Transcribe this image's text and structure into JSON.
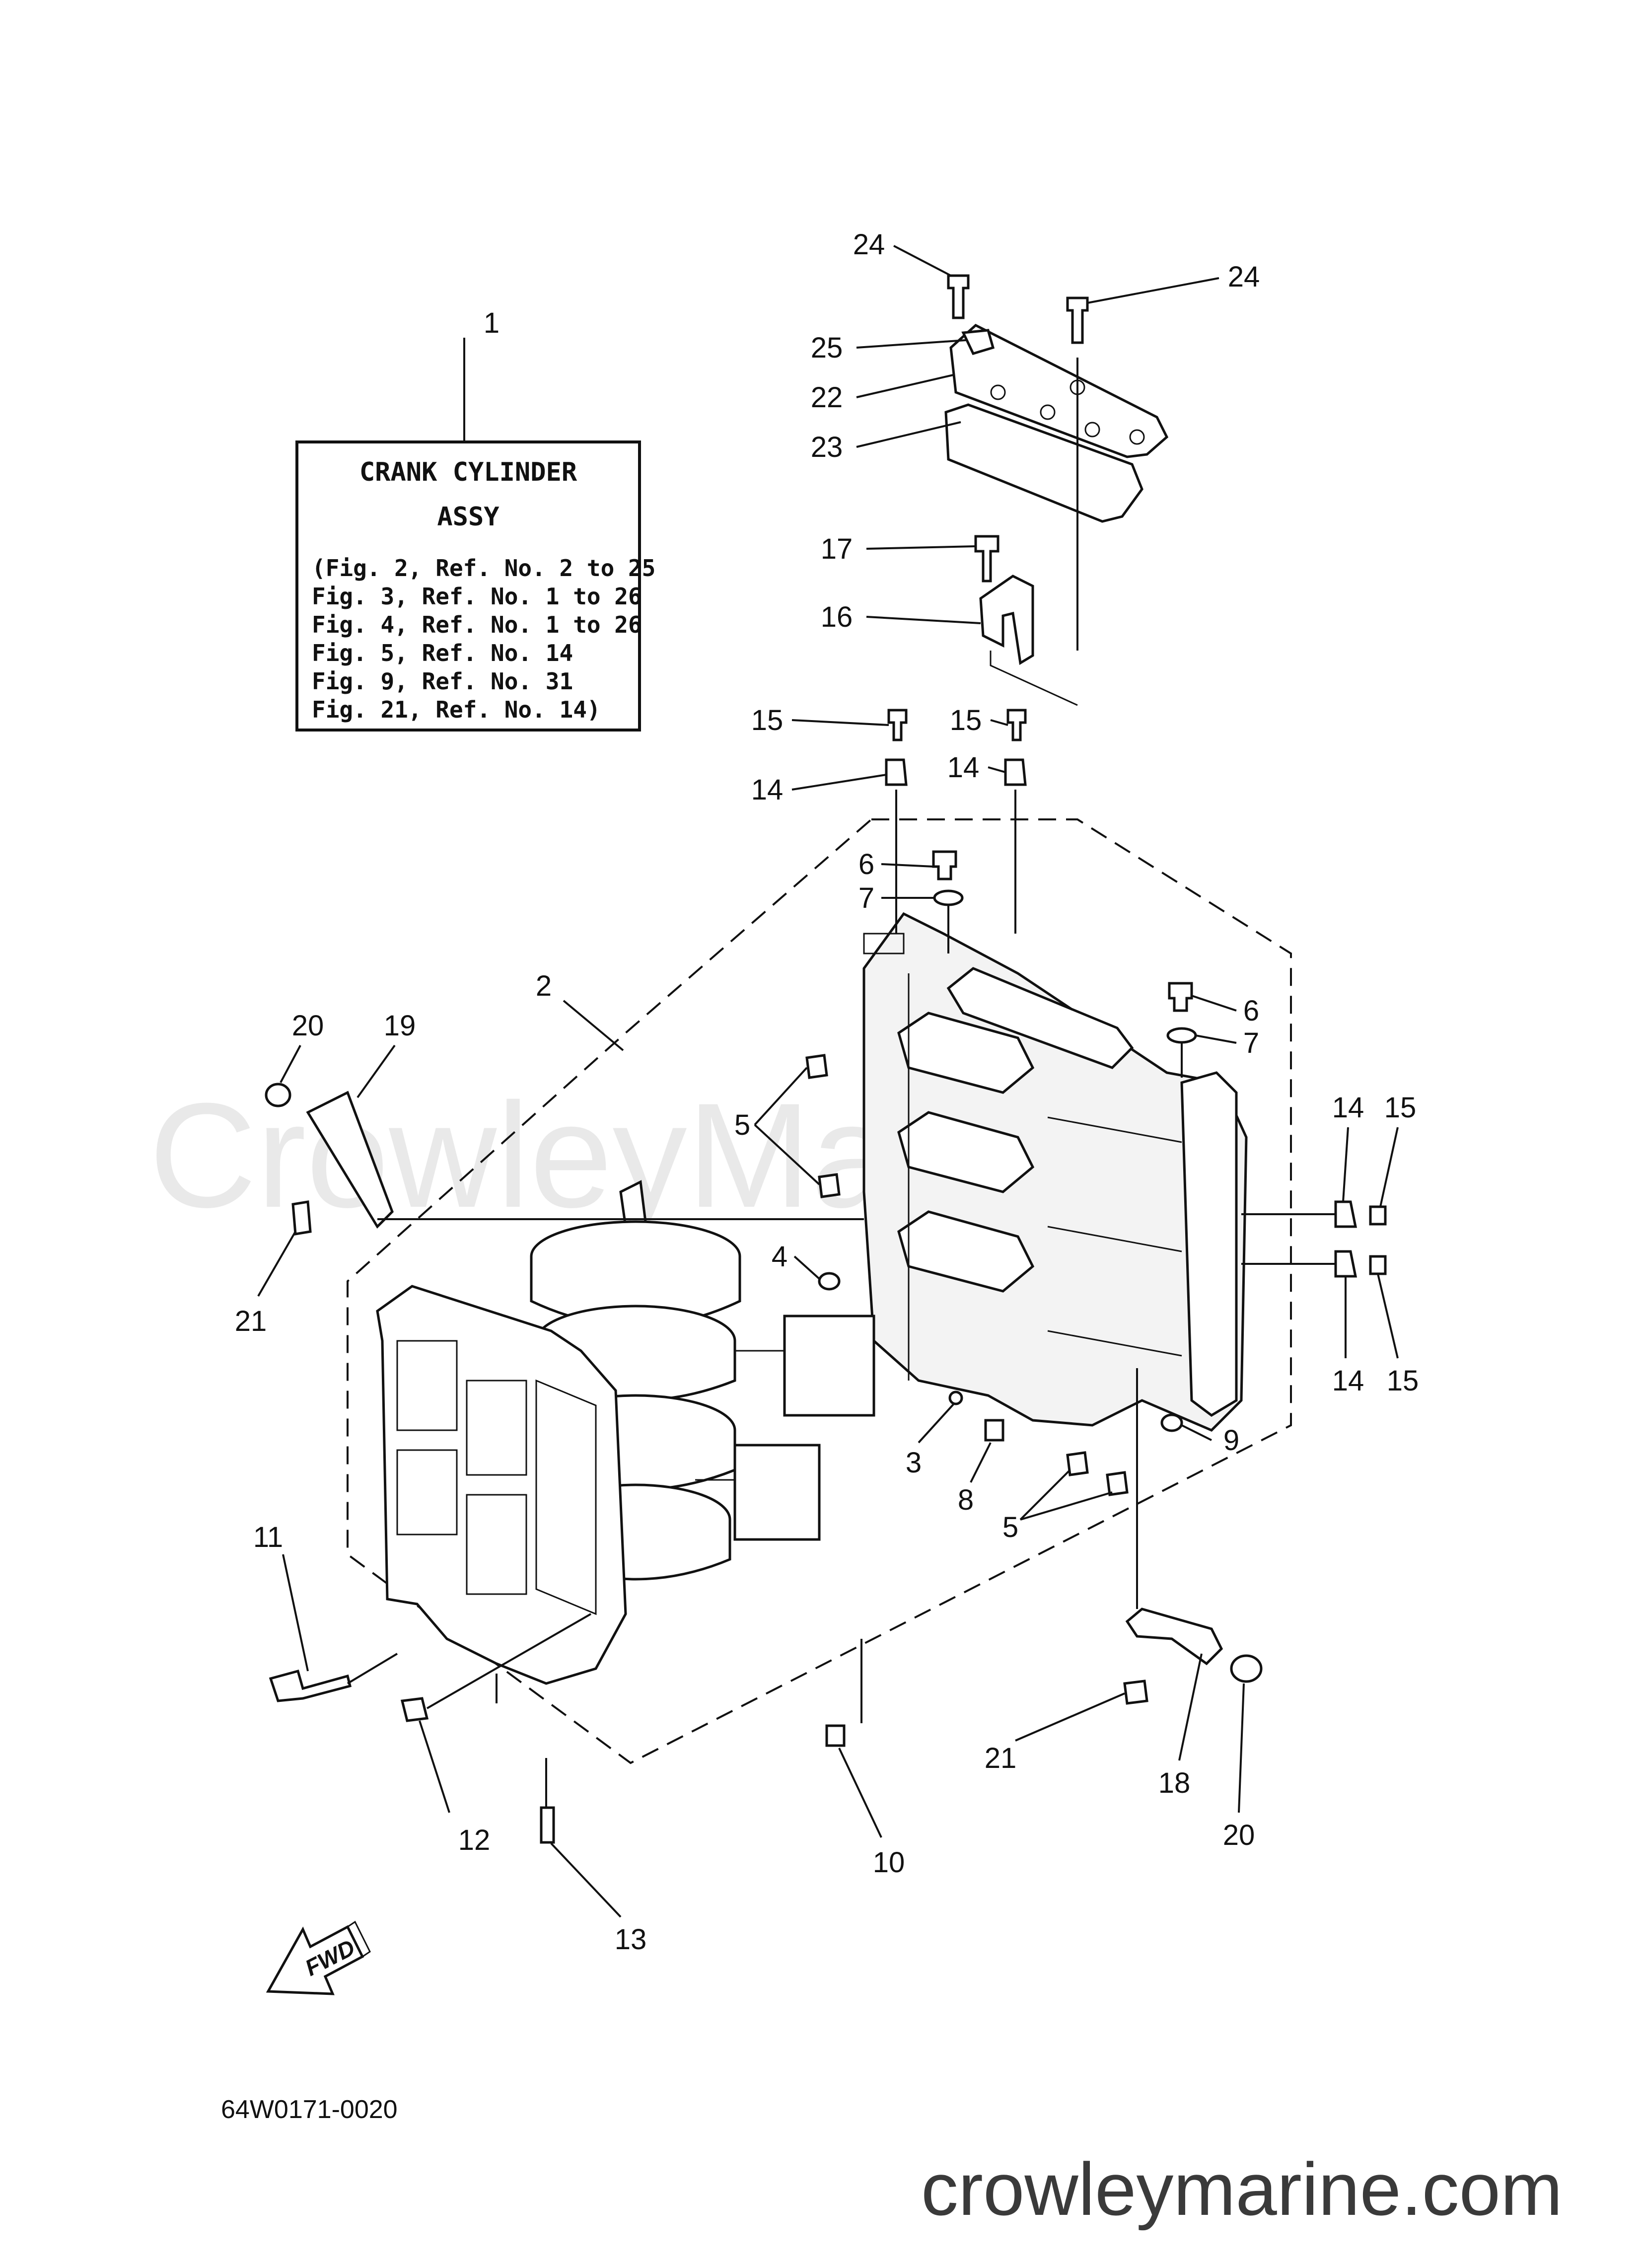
{
  "info_box": {
    "callout": "1",
    "title_line1": "CRANK  CYLINDER",
    "title_line2": "ASSY",
    "notes": [
      "(Fig. 2, Ref. No. 2 to 25",
      " Fig. 3, Ref. No. 1 to 26",
      " Fig. 4, Ref. No. 1 to 26",
      " Fig. 5, Ref. No. 14",
      " Fig. 9, Ref. No. 31",
      " Fig. 21, Ref. No. 14)"
    ]
  },
  "callouts": [
    "24",
    "24",
    "25",
    "22",
    "23",
    "17",
    "16",
    "15",
    "15",
    "14",
    "14",
    "6",
    "7",
    "6",
    "7",
    "2",
    "20",
    "19",
    "5",
    "21",
    "4",
    "14",
    "15",
    "14",
    "15",
    "3",
    "8",
    "9",
    "5",
    "11",
    "21",
    "18",
    "20",
    "12",
    "10",
    "13"
  ],
  "fwd_label": "FWD",
  "figure_code": "64W0171-0020",
  "watermark": "CrowleyMarine",
  "website": "crowleymarine.com"
}
